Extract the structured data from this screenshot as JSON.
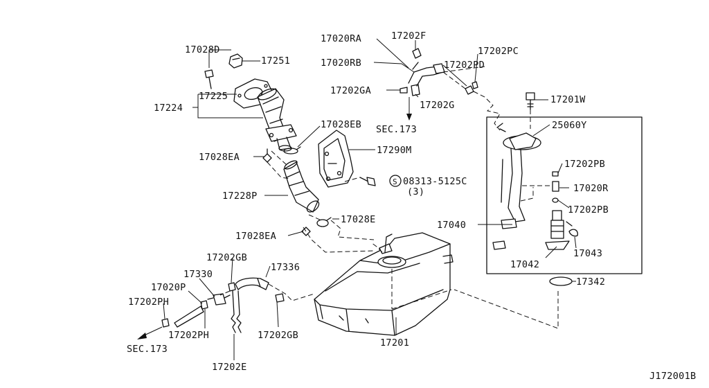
{
  "diagram_id": "J172001B",
  "labels": {
    "p17028D": "17028D",
    "p17251": "17251",
    "p17225": "17225",
    "p17224": "17224",
    "p17028EB": "17028EB",
    "p17028EA_top": "17028EA",
    "p17290M": "17290M",
    "p08313": "08313-5125C",
    "p08313_qty": "(3)",
    "p17228P": "17228P",
    "p17028E": "17028E",
    "p17028EA_bot": "17028EA",
    "p17020RA": "17020RA",
    "p17202F": "17202F",
    "p17020RB": "17020RB",
    "p17202GA": "17202GA",
    "p17202G": "17202G",
    "sec173_top": "SEC.173",
    "p17202PC": "17202PC",
    "p17202PD": "17202PD",
    "p17201W": "17201W",
    "p25060Y": "25060Y",
    "p17202PB_a": "17202PB",
    "p17020R": "17020R",
    "p17202PB_b": "17202PB",
    "p17040": "17040",
    "p17043": "17043",
    "p17042": "17042",
    "p17342": "17342",
    "p17201": "17201",
    "p17336": "17336",
    "p17202GB_top": "17202GB",
    "p17330": "17330",
    "p17020P": "17020P",
    "p17202PH_a": "17202PH",
    "p17202PH_b": "17202PH",
    "sec173_bot": "SEC.173",
    "p17202GB_bot": "17202GB",
    "p17202E": "17202E"
  }
}
